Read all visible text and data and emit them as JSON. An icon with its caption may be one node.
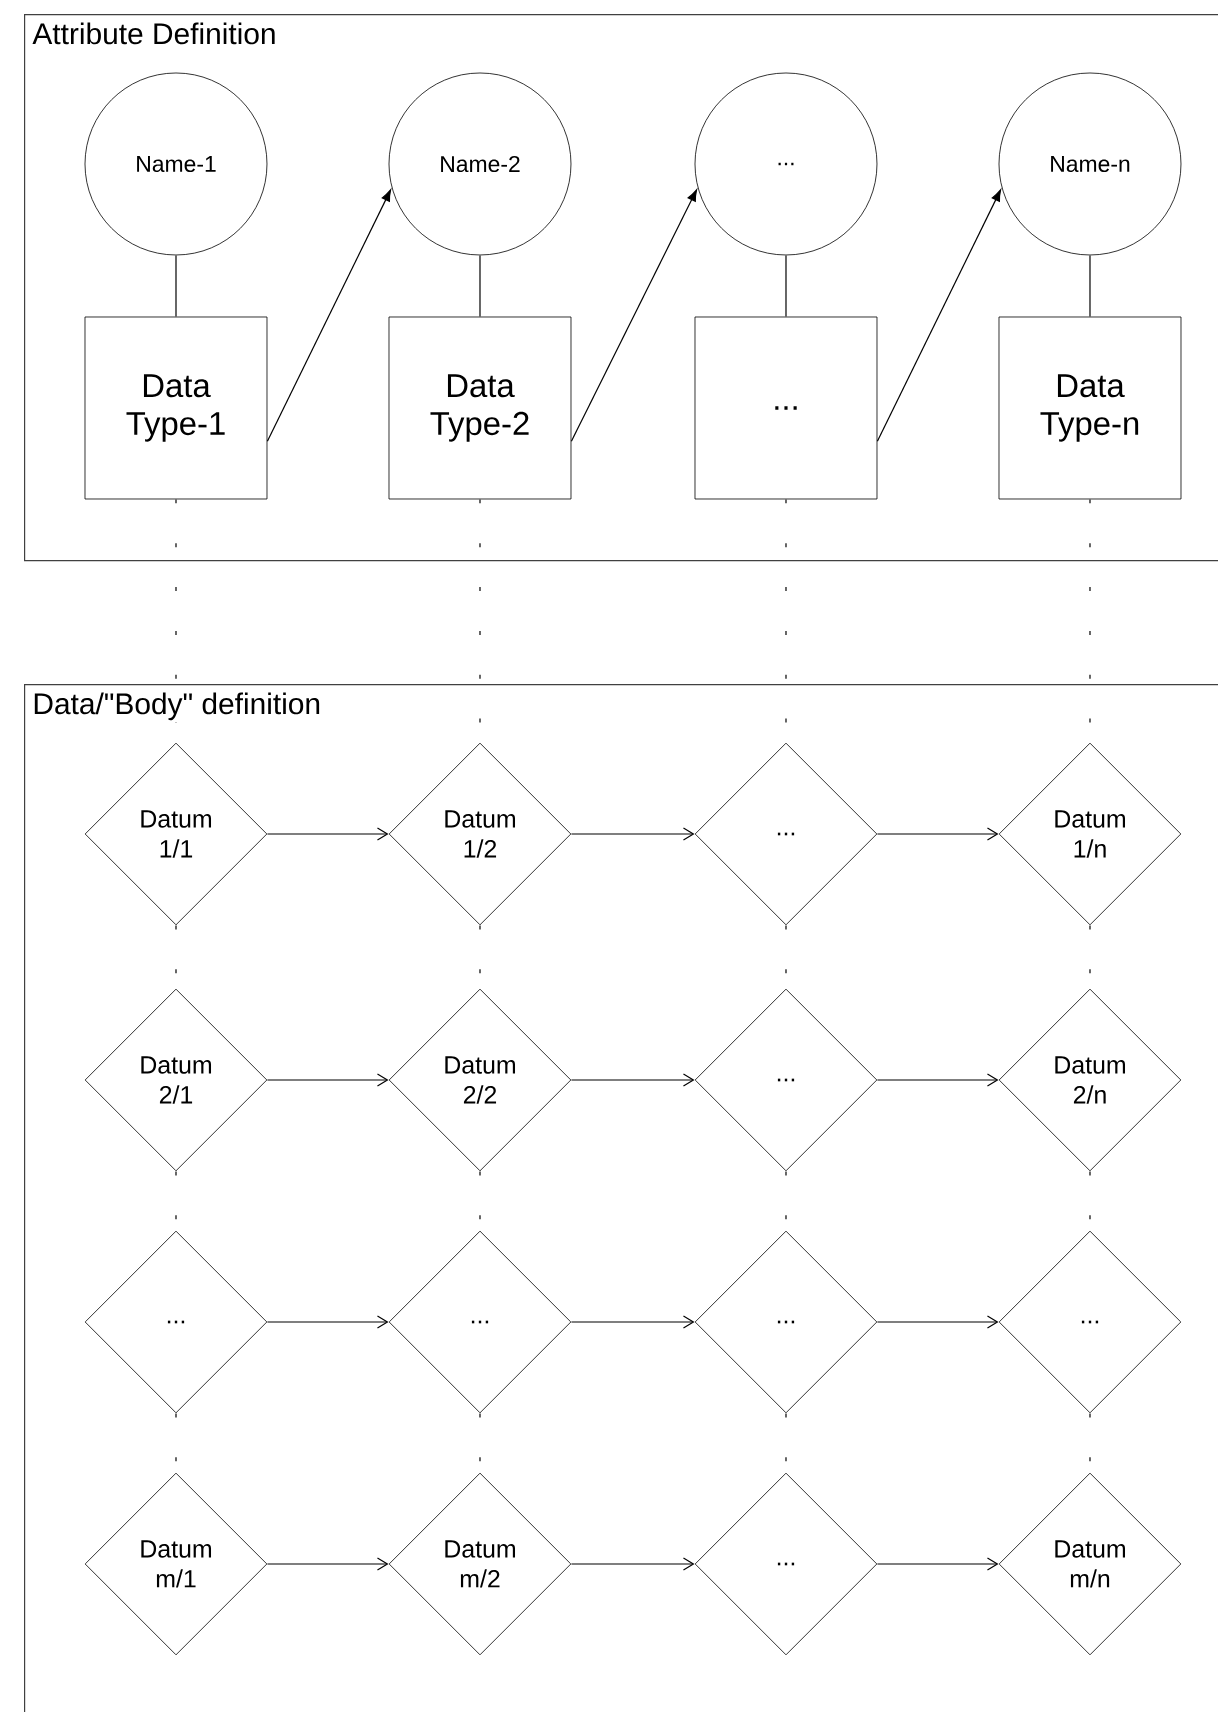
{
  "diagram": {
    "nodes": [
      {
        "text": [
          "Attribute Definition"
        ]
      },
      {
        "text": [
          "Name-1"
        ],
        "in": 0
      },
      {
        "text": [
          "Name-2"
        ],
        "in": 0
      },
      {
        "text": [
          "..."
        ],
        "in": 0
      },
      {
        "text": [
          "Name-n"
        ],
        "in": 0
      },
      {
        "text": [
          "Data Type-1"
        ],
        "in": 0
      },
      {
        "text": [
          "Data Type-2"
        ],
        "in": 0
      },
      {
        "text": [
          "..."
        ],
        "in": 0
      },
      {
        "text": [
          "Data Type-n"
        ],
        "in": 0
      },
      {
        "text": [
          "Data/\"Body\" definition"
        ]
      },
      {
        "text": [
          "Datum 1/1"
        ],
        "in": 9
      },
      {
        "text": [
          "Datum 1/2"
        ],
        "in": 9
      },
      {
        "text": [
          "..."
        ],
        "in": 9
      },
      {
        "text": [
          "Datum 1/n"
        ],
        "in": 9
      },
      {
        "text": [
          "Datum 2/1"
        ],
        "in": 9
      },
      {
        "text": [
          "Datum 2/2"
        ],
        "in": 9
      },
      {
        "text": [
          "..."
        ],
        "in": 9
      },
      {
        "text": [
          "Datum 2/n"
        ],
        "in": 9
      },
      {
        "text": [
          "..."
        ],
        "in": 9
      },
      {
        "text": [
          "..."
        ],
        "in": 9
      },
      {
        "text": [
          "..."
        ],
        "in": 9
      },
      {
        "text": [
          "..."
        ],
        "in": 9
      },
      {
        "text": [
          "Datum m/1"
        ],
        "in": 9
      },
      {
        "text": [
          "Datum m/2"
        ],
        "in": 9
      },
      {
        "text": [
          "..."
        ],
        "in": 9
      },
      {
        "text": [
          "Datum m/n"
        ],
        "in": 9
      }
    ],
    "edges": [
      {
        "from": 1,
        "to": 5,
        "arrow": "none"
      },
      {
        "from": 2,
        "to": 6,
        "arrow": "none"
      },
      {
        "from": 3,
        "to": 7,
        "arrow": "none"
      },
      {
        "from": 4,
        "to": 8,
        "arrow": "none"
      },
      {
        "from": 5,
        "to": 2,
        "arrow": "to"
      },
      {
        "from": 6,
        "to": 3,
        "arrow": "to"
      },
      {
        "from": 7,
        "to": 4,
        "arrow": "to"
      },
      {
        "from": 5,
        "to": 10,
        "arrow": "none",
        "style": "dashed"
      },
      {
        "from": 6,
        "to": 11,
        "arrow": "none",
        "style": "dashed"
      },
      {
        "from": 7,
        "to": 12,
        "arrow": "none",
        "style": "dashed"
      },
      {
        "from": 8,
        "to": 13,
        "arrow": "none",
        "style": "dashed"
      },
      {
        "from": 10,
        "to": 11,
        "arrow": "to"
      },
      {
        "from": 11,
        "to": 12,
        "arrow": "to"
      },
      {
        "from": 12,
        "to": 13,
        "arrow": "to"
      },
      {
        "from": 14,
        "to": 15,
        "arrow": "to"
      },
      {
        "from": 15,
        "to": 16,
        "arrow": "to"
      },
      {
        "from": 16,
        "to": 17,
        "arrow": "to"
      },
      {
        "from": 18,
        "to": 19,
        "arrow": "to"
      },
      {
        "from": 19,
        "to": 20,
        "arrow": "to"
      },
      {
        "from": 20,
        "to": 21,
        "arrow": "to"
      },
      {
        "from": 22,
        "to": 23,
        "arrow": "to"
      },
      {
        "from": 23,
        "to": 24,
        "arrow": "to"
      },
      {
        "from": 24,
        "to": 25,
        "arrow": "to"
      },
      {
        "from": 10,
        "to": 14,
        "arrow": "none",
        "style": "dashed"
      },
      {
        "from": 11,
        "to": 15,
        "arrow": "none",
        "style": "dashed"
      },
      {
        "from": 12,
        "to": 16,
        "arrow": "none",
        "style": "dashed"
      },
      {
        "from": 13,
        "to": 17,
        "arrow": "none",
        "style": "dashed"
      },
      {
        "from": 14,
        "to": 18,
        "arrow": "none",
        "style": "dashed"
      },
      {
        "from": 15,
        "to": 19,
        "arrow": "none",
        "style": "dashed"
      },
      {
        "from": 16,
        "to": 20,
        "arrow": "none",
        "style": "dashed"
      },
      {
        "from": 17,
        "to": 21,
        "arrow": "none",
        "style": "dashed"
      },
      {
        "from": 18,
        "to": 22,
        "arrow": "none",
        "style": "dashed"
      },
      {
        "from": 19,
        "to": 23,
        "arrow": "none",
        "style": "dashed"
      },
      {
        "from": 20,
        "to": 24,
        "arrow": "none",
        "style": "dashed"
      },
      {
        "from": 21,
        "to": 25,
        "arrow": "none",
        "style": "dashed"
      }
    ]
  }
}
